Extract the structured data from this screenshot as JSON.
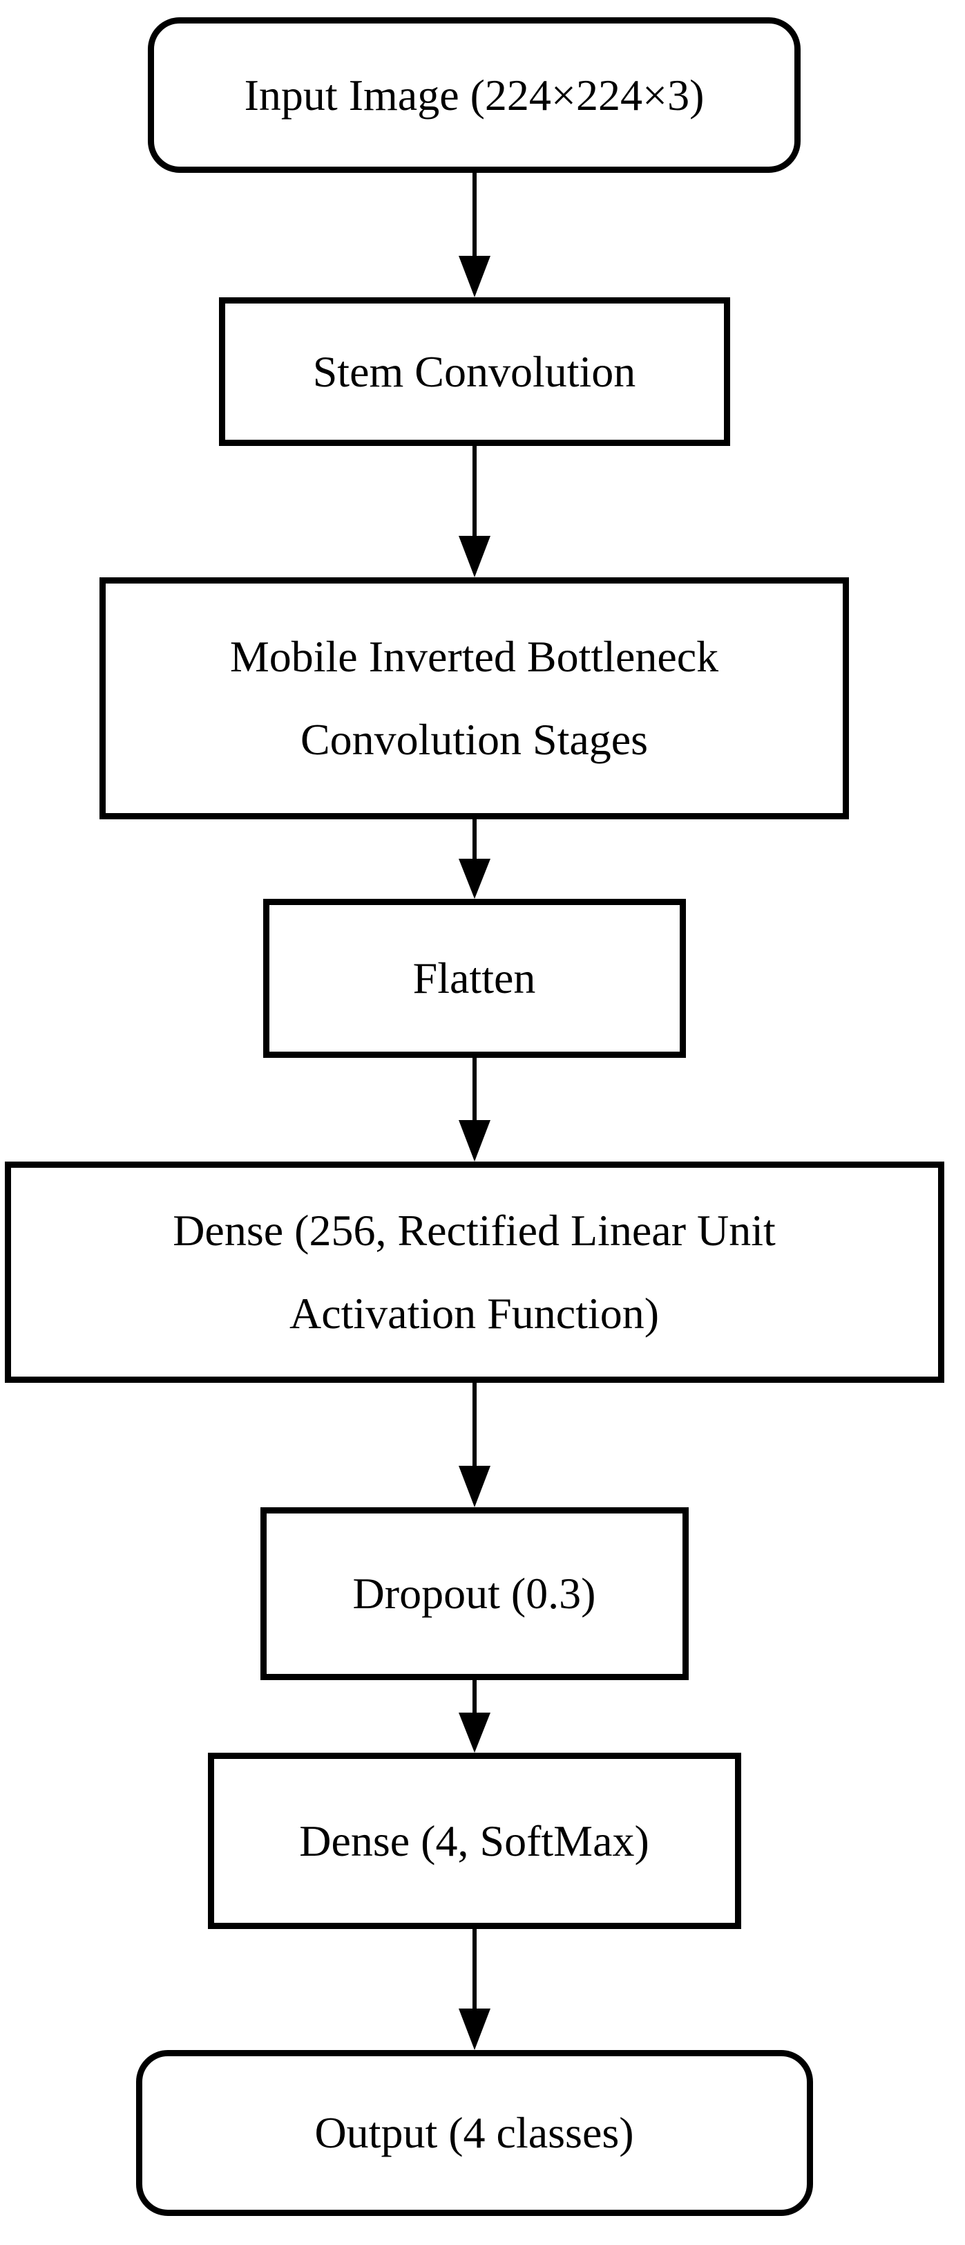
{
  "diagram": {
    "type": "flowchart",
    "direction": "top-down",
    "background_color": "#ffffff",
    "stroke_color": "#000000",
    "nodes": [
      {
        "id": "input-image",
        "shape": "rounded",
        "lines": [
          "Input Image (224×224×3)"
        ]
      },
      {
        "id": "stem-convolution",
        "shape": "rectangle",
        "lines": [
          "Stem Convolution"
        ]
      },
      {
        "id": "mbconv-stages",
        "shape": "rectangle",
        "lines": [
          "Mobile Inverted Bottleneck",
          "Convolution Stages"
        ]
      },
      {
        "id": "flatten",
        "shape": "rectangle",
        "lines": [
          "Flatten"
        ]
      },
      {
        "id": "dense-256-relu",
        "shape": "rectangle",
        "lines": [
          "Dense (256, Rectified Linear Unit",
          "Activation Function)"
        ]
      },
      {
        "id": "dropout",
        "shape": "rectangle",
        "lines": [
          "Dropout (0.3)"
        ]
      },
      {
        "id": "dense-4-softmax",
        "shape": "rectangle",
        "lines": [
          "Dense (4, SoftMax)"
        ]
      },
      {
        "id": "output",
        "shape": "rounded",
        "lines": [
          "Output (4 classes)"
        ]
      }
    ],
    "edges": [
      {
        "from": "input-image",
        "to": "stem-convolution",
        "style": "arrow-down"
      },
      {
        "from": "stem-convolution",
        "to": "mbconv-stages",
        "style": "arrow-down"
      },
      {
        "from": "mbconv-stages",
        "to": "flatten",
        "style": "arrow-down"
      },
      {
        "from": "flatten",
        "to": "dense-256-relu",
        "style": "arrow-down"
      },
      {
        "from": "dense-256-relu",
        "to": "dropout",
        "style": "arrow-down"
      },
      {
        "from": "dropout",
        "to": "dense-4-softmax",
        "style": "arrow-down"
      },
      {
        "from": "dense-4-softmax",
        "to": "output",
        "style": "arrow-down"
      }
    ]
  }
}
